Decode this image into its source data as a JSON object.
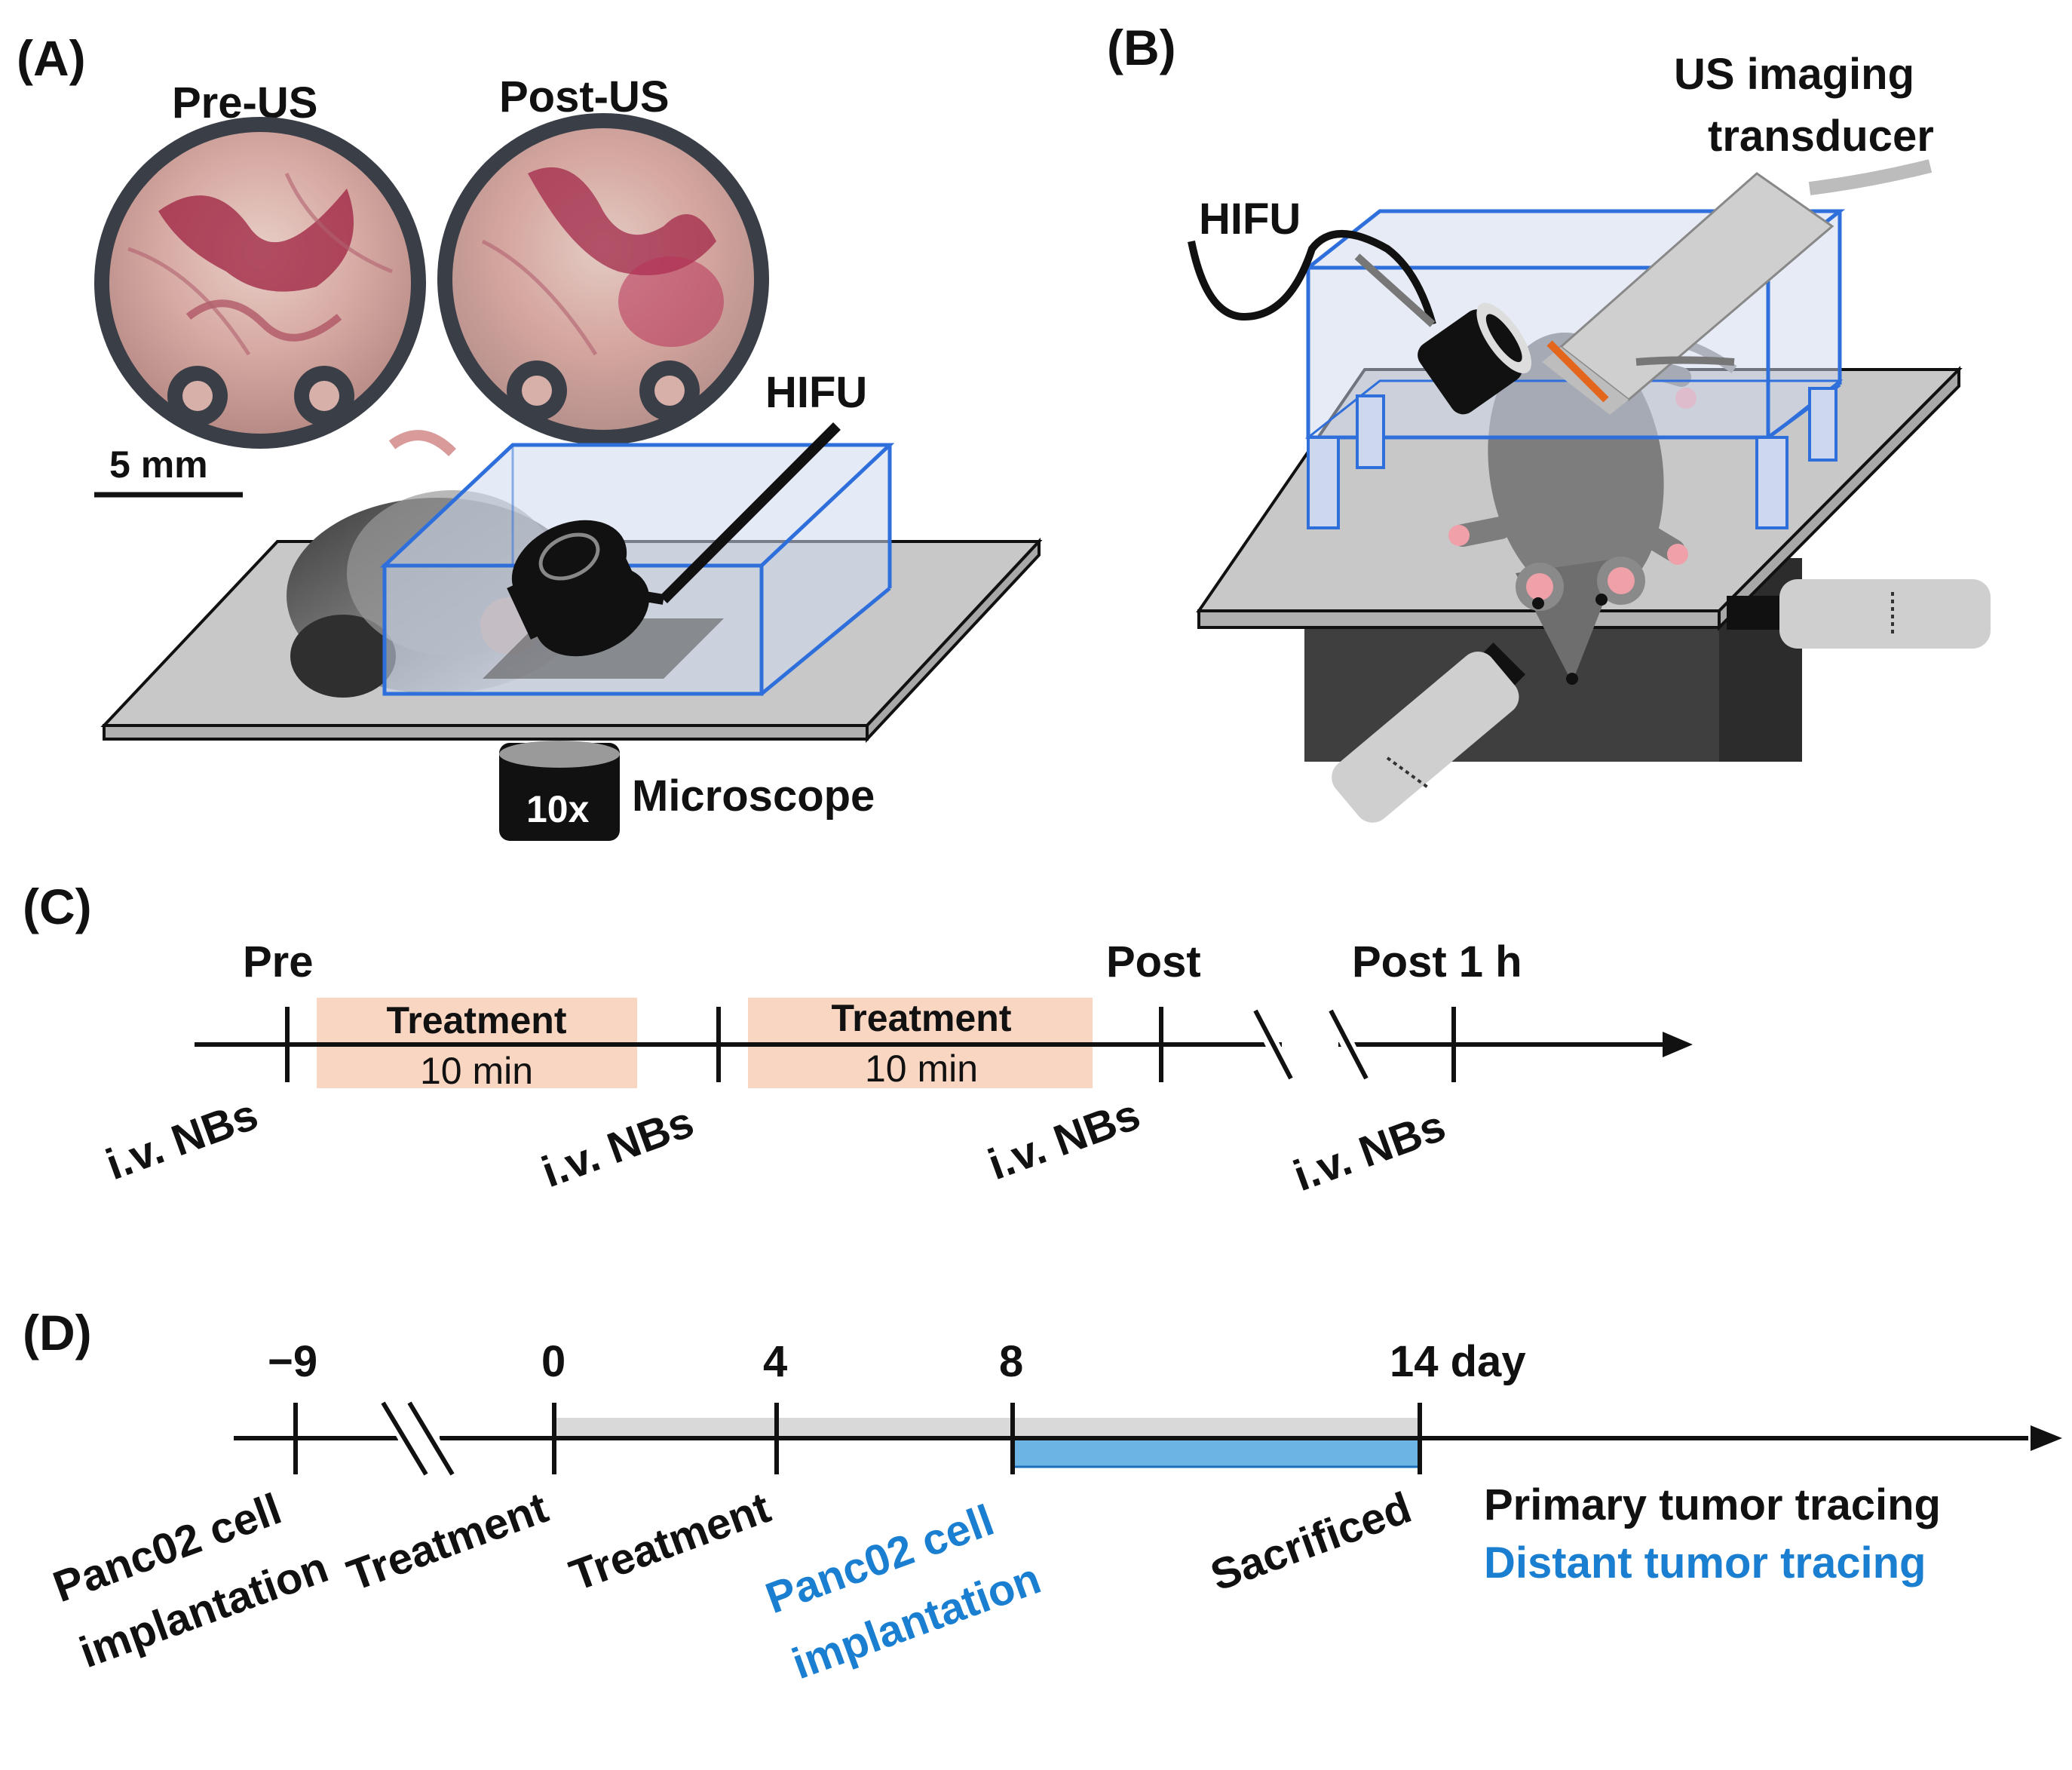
{
  "panelA": {
    "label": "(A)",
    "pre_us": "Pre-US",
    "post_us": "Post-US",
    "scale_bar": "5 mm",
    "hifu": "HIFU",
    "objective": "10x",
    "microscope": "Microscope"
  },
  "panelB": {
    "label": "(B)",
    "us_line1": "US imaging",
    "us_line2": "transducer",
    "hifu": "HIFU"
  },
  "panelC": {
    "label": "(C)",
    "pre": "Pre",
    "post": "Post",
    "post1h": "Post 1 h",
    "treat1_line1": "Treatment",
    "treat1_line2": "10 min",
    "treat2_line1": "Treatment",
    "treat2_line2": "10 min",
    "injections": [
      "i.v. NBs",
      "i.v.  NBs",
      "i.v. NBs",
      "i.v. NBs"
    ]
  },
  "panelD": {
    "label": "(D)",
    "days": [
      "−9",
      "0",
      "4",
      "8",
      "14 day"
    ],
    "ev1_line1": "Panc02 cell",
    "ev1_line2": "implantation",
    "ev2": "Treatment",
    "ev3": "Treatment",
    "ev4_line1": "Panc02 cell",
    "ev4_line2": "implantation",
    "ev5": "Sacrificed",
    "legend_primary": "Primary tumor tracing",
    "legend_distant": "Distant tumor tracing"
  },
  "colors": {
    "treatment_box": "#f9d6c2",
    "primary_bar": "#d9d9d9",
    "distant_bar": "#6cb4e4",
    "distant_text": "#1a7fd0",
    "water_box": "#2e6fdc",
    "stage": "#c8c8c8"
  }
}
